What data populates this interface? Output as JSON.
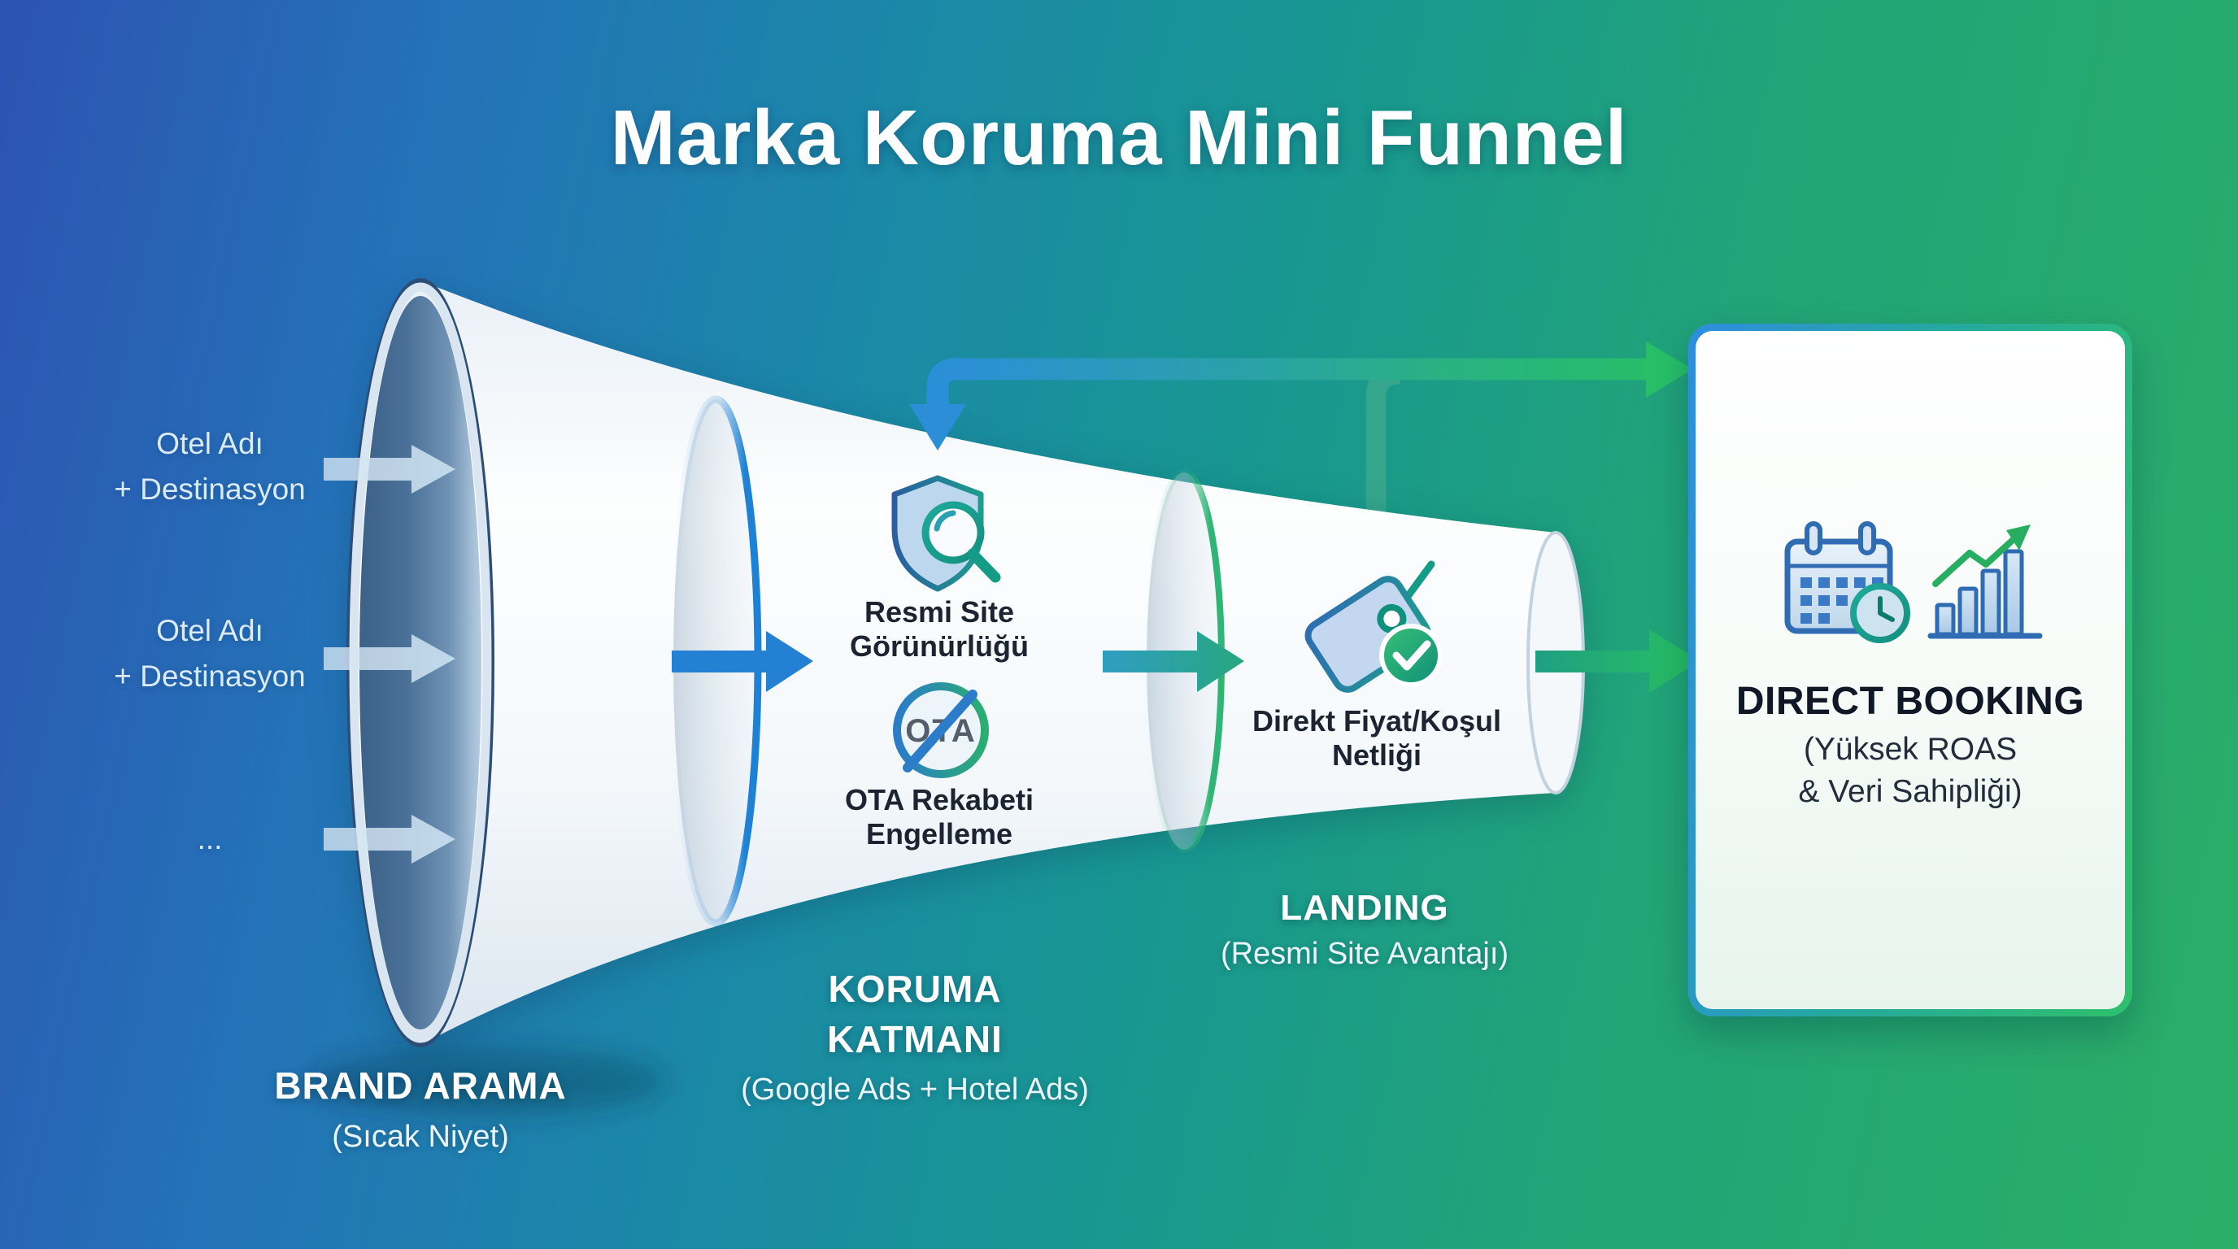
{
  "title": "Marka Koruma Mini Funnel",
  "inputs": {
    "items": [
      {
        "label": "Otel Adı\n+ Destinasyon"
      },
      {
        "label": "Otel Adı\n+ Destinasyon"
      },
      {
        "label": "..."
      }
    ]
  },
  "stages": {
    "brand": {
      "title": "BRAND ARAMA",
      "subtitle": "(Sıcak Niyet)"
    },
    "koruma": {
      "title": "KORUMA\nKATMANI",
      "subtitle": "(Google Ads + Hotel Ads)",
      "features": [
        {
          "icon": "shield-search-icon",
          "label": "Resmi Site\nGörünürlüğü"
        },
        {
          "icon": "ota-blocked-icon",
          "badge": "OTA",
          "label": "OTA Rekabeti\nEngelleme"
        }
      ]
    },
    "landing": {
      "title": "LANDING",
      "subtitle": "(Resmi Site Avantajı)",
      "feature": {
        "icon": "price-tag-check-icon",
        "label": "Direkt Fiyat/Koşul\nNetliği"
      }
    }
  },
  "result_card": {
    "title": "DIRECT BOOKING",
    "subtitle": "(Yüksek ROAS\n& Veri Sahipliği)",
    "icons": [
      "calendar-clock-icon",
      "growth-chart-icon"
    ]
  },
  "colors": {
    "background_start": "#2d53b2",
    "background_mid": "#1a8aa6",
    "background_end": "#2bae67",
    "funnel_body": "#f4f8fb",
    "funnel_mouth": "#4a7097",
    "ring_blue": "#1d82d6",
    "ring_green": "#2fb576",
    "arrow_input": "#c6dcee",
    "arrow_blue": "#2480d2",
    "arrow_teal": "#2e9ec2",
    "arrow_green": "#27c061",
    "bypass_start": "#2b8fd8",
    "bypass_end": "#27bd6a",
    "card_border_blue": "#2f8de0",
    "card_border_green": "#2fc06c",
    "text_dark": "#1b2430",
    "text_light": "#ffffff"
  }
}
